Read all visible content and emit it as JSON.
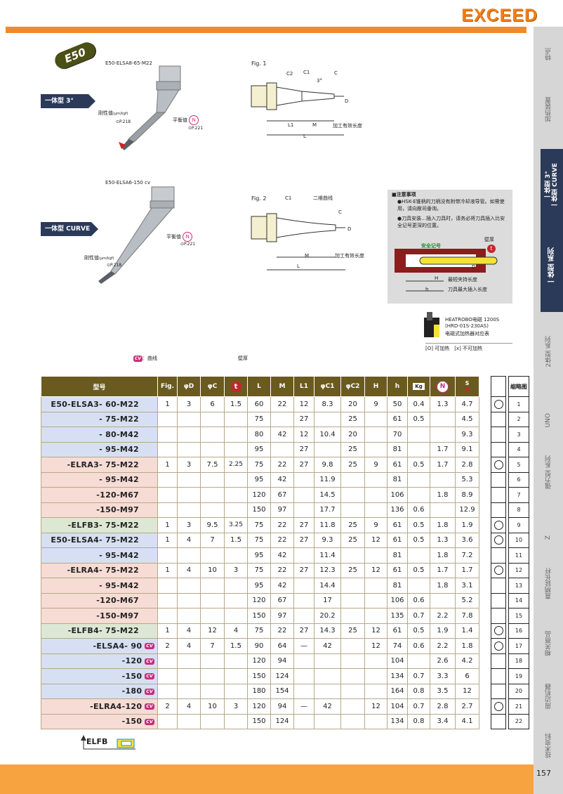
{
  "header": {
    "brand": "EXCEED"
  },
  "badge": "E50",
  "product1": {
    "name": "E50-ELSA8-65-M22",
    "tag": "一体型 3°",
    "rigidity": "刚性值",
    "rigidity_unit": "(μm/kgf)",
    "rigidity_page": "P.218",
    "balance": "平衡值",
    "balance_page": "P.221"
  },
  "product2": {
    "name": "E50-ELSA6-150 cv",
    "tag": "一体型 CURVE",
    "rigidity": "刚性值",
    "rigidity_unit": "(μm/kgf)",
    "rigidity_page": "P.218",
    "balance": "平衡值",
    "balance_page": "P.221"
  },
  "fig1": {
    "label": "Fig. 1",
    "c2": "C2",
    "c1": "C1",
    "angle": "3°",
    "c": "C",
    "d": "D",
    "l1": "L1",
    "m": "M",
    "l": "L",
    "effective": "加工有效长度"
  },
  "fig2": {
    "label": "Fig. 2",
    "c1": "C1",
    "curve": "二维曲线",
    "c": "C",
    "d": "D",
    "m": "M",
    "l": "L",
    "effective": "加工有效长度"
  },
  "notes": {
    "title": "■注意事项",
    "items": [
      "●HSK-E锥柄的刀柄没有附带冷却液导管。如需使用，请向敝司垂询。",
      "●刀具安装…插入刀具时，请务必将刀具插入比安全记号更深的位置。"
    ],
    "safety_mark": "安全记号",
    "wall": "壁厚",
    "min_clamp": "最短夹持长度",
    "max_insert": "刀具最大插入长度",
    "h_big": "H",
    "h_small": "h",
    "d": "D"
  },
  "heat": {
    "line1": "HEATROBO电磁 1200S",
    "line2": "(HRD-01S-230AS)",
    "line3": "电磁式加热器对应表",
    "legend": "[O] 可加热　[x] 不可加热"
  },
  "legend_cv": "：曲线",
  "legend_wall": "壁厚",
  "table": {
    "headers": [
      "型号",
      "Fig.",
      "φD",
      "φC",
      "t",
      "L",
      "M",
      "L1",
      "φC1",
      "φC2",
      "H",
      "h",
      "Kg",
      "N",
      "S",
      "",
      ""
    ],
    "extra_header": "缩略图",
    "rows": [
      {
        "model": "E50-ELSA3- 60-M22",
        "g": "b",
        "fig": "1",
        "d": "3",
        "c": "6",
        "t": "1.5",
        "L": "60",
        "M": "22",
        "L1": "12",
        "C1": "8.3",
        "C2": "20",
        "H": "9",
        "h": "50",
        "kg": "0.4",
        "n": "1.3",
        "s": "4.7",
        "heat": "o",
        "no": "1"
      },
      {
        "model": "- 75-M22",
        "g": "b",
        "fig": "",
        "d": "",
        "c": "",
        "t": "",
        "L": "75",
        "M": "",
        "L1": "27",
        "C1": "",
        "C2": "25",
        "H": "",
        "h": "61",
        "kg": "0.5",
        "n": "",
        "s": "4.5",
        "heat": "",
        "no": "2"
      },
      {
        "model": "- 80-M42",
        "g": "b",
        "fig": "",
        "d": "",
        "c": "",
        "t": "",
        "L": "80",
        "M": "42",
        "L1": "12",
        "C1": "10.4",
        "C2": "20",
        "H": "",
        "h": "70",
        "kg": "",
        "n": "",
        "s": "9.3",
        "heat": "",
        "no": "3"
      },
      {
        "model": "- 95-M42",
        "g": "b",
        "fig": "",
        "d": "",
        "c": "",
        "t": "",
        "L": "95",
        "M": "",
        "L1": "27",
        "C1": "",
        "C2": "25",
        "H": "",
        "h": "81",
        "kg": "",
        "n": "1.7",
        "s": "9.1",
        "heat": "",
        "no": "4"
      },
      {
        "model": "-ELRA3- 75-M22",
        "g": "p",
        "fig": "1",
        "d": "3",
        "c": "7.5",
        "t": "2.25",
        "L": "75",
        "M": "22",
        "L1": "27",
        "C1": "9.8",
        "C2": "25",
        "H": "9",
        "h": "61",
        "kg": "0.5",
        "n": "1.7",
        "s": "2.8",
        "heat": "o",
        "no": "5"
      },
      {
        "model": "- 95-M42",
        "g": "p",
        "fig": "",
        "d": "",
        "c": "",
        "t": "",
        "L": "95",
        "M": "42",
        "L1": "",
        "C1": "11.9",
        "C2": "",
        "H": "",
        "h": "81",
        "kg": "",
        "n": "",
        "s": "5.3",
        "heat": "",
        "no": "6"
      },
      {
        "model": "-120-M67",
        "g": "p",
        "fig": "",
        "d": "",
        "c": "",
        "t": "",
        "L": "120",
        "M": "67",
        "L1": "",
        "C1": "14.5",
        "C2": "",
        "H": "",
        "h": "106",
        "kg": "",
        "n": "1.8",
        "s": "8.9",
        "heat": "",
        "no": "7"
      },
      {
        "model": "-150-M97",
        "g": "p",
        "fig": "",
        "d": "",
        "c": "",
        "t": "",
        "L": "150",
        "M": "97",
        "L1": "",
        "C1": "17.7",
        "C2": "",
        "H": "",
        "h": "136",
        "kg": "0.6",
        "n": "",
        "s": "12.9",
        "heat": "",
        "no": "8"
      },
      {
        "model": "-ELFB3- 75-M22",
        "g": "g",
        "fig": "1",
        "d": "3",
        "c": "9.5",
        "t": "3.25",
        "L": "75",
        "M": "22",
        "L1": "27",
        "C1": "11.8",
        "C2": "25",
        "H": "9",
        "h": "61",
        "kg": "0.5",
        "n": "1.8",
        "s": "1.9",
        "heat": "o",
        "no": "9"
      },
      {
        "model": "E50-ELSA4- 75-M22",
        "g": "b",
        "fig": "1",
        "d": "4",
        "c": "7",
        "t": "1.5",
        "L": "75",
        "M": "22",
        "L1": "27",
        "C1": "9.3",
        "C2": "25",
        "H": "12",
        "h": "61",
        "kg": "0.5",
        "n": "1.3",
        "s": "3.6",
        "heat": "o",
        "no": "10"
      },
      {
        "model": "- 95-M42",
        "g": "b",
        "fig": "",
        "d": "",
        "c": "",
        "t": "",
        "L": "95",
        "M": "42",
        "L1": "",
        "C1": "11.4",
        "C2": "",
        "H": "",
        "h": "81",
        "kg": "",
        "n": "1.8",
        "s": "7.2",
        "heat": "",
        "no": "11"
      },
      {
        "model": "-ELRA4- 75-M22",
        "g": "p",
        "fig": "1",
        "d": "4",
        "c": "10",
        "t": "3",
        "L": "75",
        "M": "22",
        "L1": "27",
        "C1": "12.3",
        "C2": "25",
        "H": "12",
        "h": "61",
        "kg": "0.5",
        "n": "1.7",
        "s": "1.7",
        "heat": "o",
        "no": "12"
      },
      {
        "model": "- 95-M42",
        "g": "p",
        "fig": "",
        "d": "",
        "c": "",
        "t": "",
        "L": "95",
        "M": "42",
        "L1": "",
        "C1": "14.4",
        "C2": "",
        "H": "",
        "h": "81",
        "kg": "",
        "n": "1.8",
        "s": "3.1",
        "heat": "",
        "no": "13"
      },
      {
        "model": "-120-M67",
        "g": "p",
        "fig": "",
        "d": "",
        "c": "",
        "t": "",
        "L": "120",
        "M": "67",
        "L1": "",
        "C1": "17",
        "C2": "",
        "H": "",
        "h": "106",
        "kg": "0.6",
        "n": "",
        "s": "5.2",
        "heat": "",
        "no": "14"
      },
      {
        "model": "-150-M97",
        "g": "p",
        "fig": "",
        "d": "",
        "c": "",
        "t": "",
        "L": "150",
        "M": "97",
        "L1": "",
        "C1": "20.2",
        "C2": "",
        "H": "",
        "h": "135",
        "kg": "0.7",
        "n": "2.2",
        "s": "7.8",
        "heat": "",
        "no": "15"
      },
      {
        "model": "-ELFB4- 75-M22",
        "g": "g",
        "fig": "1",
        "d": "4",
        "c": "12",
        "t": "4",
        "L": "75",
        "M": "22",
        "L1": "27",
        "C1": "14.3",
        "C2": "25",
        "H": "12",
        "h": "61",
        "kg": "0.5",
        "n": "1.9",
        "s": "1.4",
        "heat": "o",
        "no": "16"
      },
      {
        "model": "-ELSA4- 90",
        "cv": true,
        "g": "b",
        "fig": "2",
        "d": "4",
        "c": "7",
        "t": "1.5",
        "L": "90",
        "M": "64",
        "L1": "—",
        "C1": "42",
        "C2": "",
        "H": "12",
        "h": "74",
        "kg": "0.6",
        "n": "2.2",
        "s": "1.8",
        "heat": "o",
        "no": "17"
      },
      {
        "model": "-120",
        "cv": true,
        "g": "b",
        "fig": "",
        "d": "",
        "c": "",
        "t": "",
        "L": "120",
        "M": "94",
        "L1": "",
        "C1": "",
        "C2": "",
        "H": "",
        "h": "104",
        "kg": "",
        "n": "2.6",
        "s": "4.2",
        "heat": "",
        "no": "18"
      },
      {
        "model": "-150",
        "cv": true,
        "g": "b",
        "fig": "",
        "d": "",
        "c": "",
        "t": "",
        "L": "150",
        "M": "124",
        "L1": "",
        "C1": "",
        "C2": "",
        "H": "",
        "h": "134",
        "kg": "0.7",
        "n": "3.3",
        "s": "6",
        "heat": "",
        "no": "19"
      },
      {
        "model": "-180",
        "cv": true,
        "g": "b",
        "fig": "",
        "d": "",
        "c": "",
        "t": "",
        "L": "180",
        "M": "154",
        "L1": "",
        "C1": "",
        "C2": "",
        "H": "",
        "h": "164",
        "kg": "0.8",
        "n": "3.5",
        "s": "12",
        "heat": "",
        "no": "20"
      },
      {
        "model": "-ELRA4-120",
        "cv": true,
        "g": "p",
        "fig": "2",
        "d": "4",
        "c": "10",
        "t": "3",
        "L": "120",
        "M": "94",
        "L1": "—",
        "C1": "42",
        "C2": "",
        "H": "12",
        "h": "104",
        "kg": "0.7",
        "n": "2.8",
        "s": "2.7",
        "heat": "o",
        "no": "21"
      },
      {
        "model": "-150",
        "cv": true,
        "g": "p",
        "fig": "",
        "d": "",
        "c": "",
        "t": "",
        "L": "150",
        "M": "124",
        "L1": "",
        "C1": "",
        "C2": "",
        "H": "",
        "h": "134",
        "kg": "0.8",
        "n": "3.4",
        "s": "4.1",
        "heat": "",
        "no": "22"
      }
    ]
  },
  "elfb_label": "ELFB",
  "sidebar": {
    "items": [
      "特点",
      "加热装置",
      "一体型 3°\n一体型 CURVE",
      "一体型 系列",
      "2体型 系列",
      "UNO",
      "强力型 系列",
      "Z",
      "直柄延长杆",
      "相关商品",
      "周边机器",
      "技术资料"
    ]
  },
  "page_number": "157",
  "colors": {
    "accent": "#f18a2b",
    "header_brown": "#6b5a1f",
    "blue_group": "#d6e0f2",
    "pink_group": "#f6dcd4",
    "green_group": "#dde8d4",
    "navy": "#2c3a59"
  }
}
